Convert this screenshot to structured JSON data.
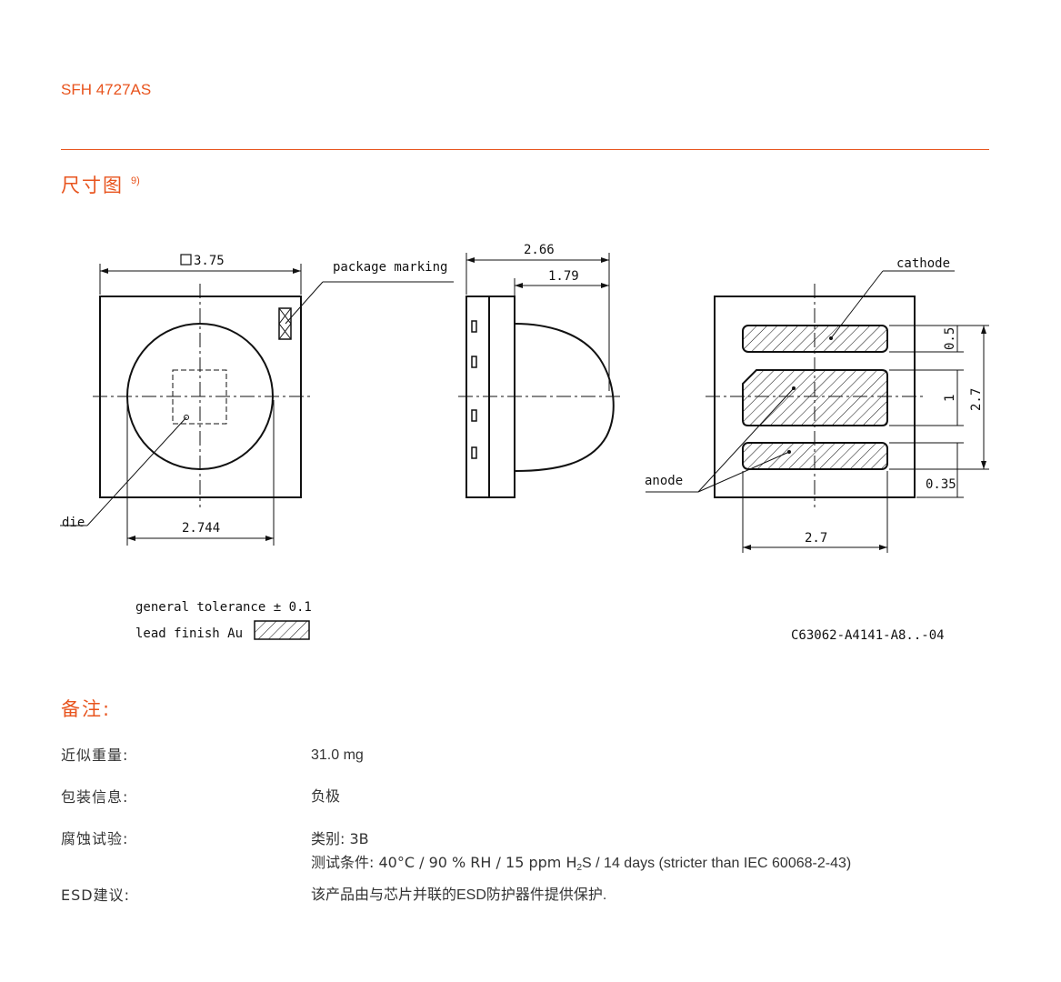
{
  "header": {
    "product": "SFH 4727AS"
  },
  "dimension_section": {
    "title": "尺寸图",
    "footnote": "9)"
  },
  "drawing": {
    "labels": {
      "front_width": "3.75",
      "package_marking": "package marking",
      "die": "die",
      "lens_diameter": "2.744",
      "side_total": "2.66",
      "side_lens": "1.79",
      "cathode": "cathode",
      "anode": "anode",
      "pad_height_top": "0.5",
      "pad_height_center": "1",
      "pad_span": "2.7",
      "pad_height_bottom": "0.35",
      "pad_width": "2.7",
      "general_tolerance": "general tolerance ± 0.1",
      "lead_finish": "lead finish Au",
      "drawing_number": "C63062-A4141-A8..-04"
    }
  },
  "notes_section": {
    "title": "备注:",
    "rows": [
      {
        "label": "近似重量:",
        "lines": [
          "31.0 mg"
        ]
      },
      {
        "label": "包装信息:",
        "lines": [
          "负极"
        ]
      },
      {
        "label": "腐蚀试验:",
        "line1": "类别: 3B",
        "line2_pre": "测试条件: 40°C / 90 % RH / 15 ppm H",
        "line2_sub": "2",
        "line2_post": "S / 14 days (stricter than IEC 60068-2-43)"
      },
      {
        "label": "ESD建议:",
        "lines": [
          "该产品由与芯片并联的ESD防护器件提供保护."
        ]
      }
    ]
  },
  "colors": {
    "accent": "#e8541e",
    "text": "#333333",
    "drawing": "#111111"
  }
}
